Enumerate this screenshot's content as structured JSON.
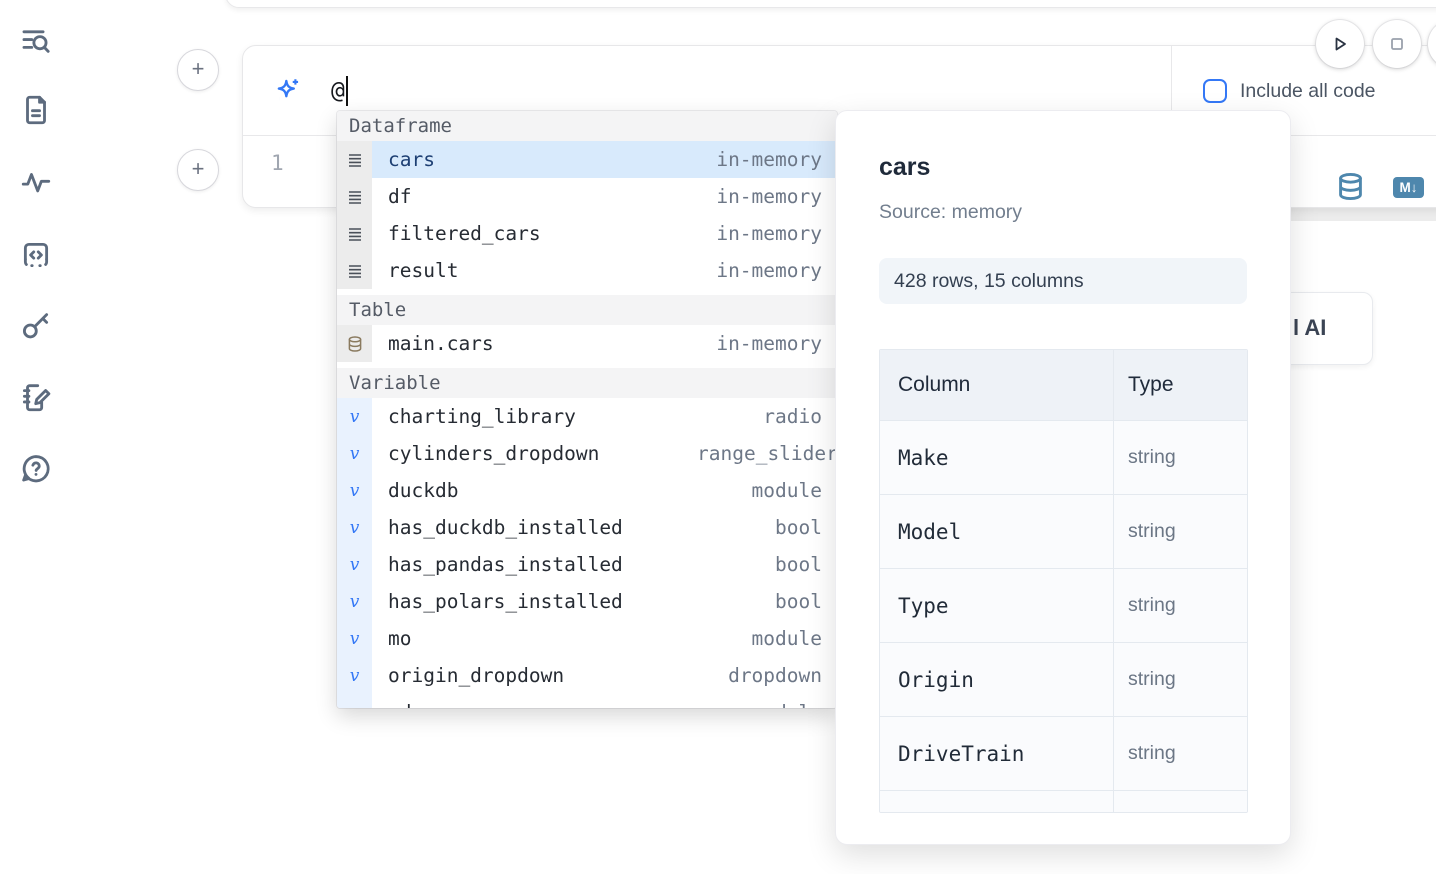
{
  "sidebar": {
    "icons": [
      {
        "name": "text-search-icon"
      },
      {
        "name": "file-document-icon"
      },
      {
        "name": "activity-icon"
      },
      {
        "name": "code-snippets-icon"
      },
      {
        "name": "key-icon"
      },
      {
        "name": "notebook-edit-icon"
      },
      {
        "name": "help-chat-icon"
      }
    ]
  },
  "icons": {
    "plus_glyph": "+",
    "markdown_glyph": "M↓",
    "variable_glyph": "v",
    "help_glyph": "?",
    "play": "triangle-outline",
    "stop": "square-outline",
    "database": "cylinder",
    "sparkles": "four-point-star"
  },
  "cell": {
    "ai_prompt_value": "@",
    "line_number": "1",
    "include_all_code_label": "Include all code"
  },
  "partial_ai_button": {
    "visible_text": "l AI"
  },
  "autocomplete": {
    "sections": [
      {
        "label": "Dataframe",
        "items": [
          {
            "name": "cars",
            "type": "in-memory",
            "selected": true
          },
          {
            "name": "df",
            "type": "in-memory"
          },
          {
            "name": "filtered_cars",
            "type": "in-memory"
          },
          {
            "name": "result",
            "type": "in-memory"
          }
        ]
      },
      {
        "label": "Table",
        "items": [
          {
            "name": "main.cars",
            "type": "in-memory"
          }
        ]
      },
      {
        "label": "Variable",
        "items": [
          {
            "name": "charting_library",
            "type": "radio"
          },
          {
            "name": "cylinders_dropdown",
            "type": "range_slider"
          },
          {
            "name": "duckdb",
            "type": "module"
          },
          {
            "name": "has_duckdb_installed",
            "type": "bool"
          },
          {
            "name": "has_pandas_installed",
            "type": "bool"
          },
          {
            "name": "has_polars_installed",
            "type": "bool"
          },
          {
            "name": "mo",
            "type": "module"
          },
          {
            "name": "origin_dropdown",
            "type": "dropdown"
          },
          {
            "name": "pd",
            "type": "module"
          }
        ]
      }
    ]
  },
  "preview": {
    "title": "cars",
    "source": "Source: memory",
    "shape": "428 rows, 15 columns",
    "table": {
      "headers": [
        "Column",
        "Type"
      ],
      "rows": [
        {
          "column": "Make",
          "type": "string"
        },
        {
          "column": "Model",
          "type": "string"
        },
        {
          "column": "Type",
          "type": "string"
        },
        {
          "column": "Origin",
          "type": "string"
        },
        {
          "column": "DriveTrain",
          "type": "string"
        }
      ]
    }
  },
  "colors": {
    "accent_blue": "#3478f6",
    "steel_blue": "#4e87ad",
    "selection_blue": "#d8eafc",
    "variable_gutter": "#e9f2fe",
    "gutter_gray": "#ececec",
    "table_icon_brown": "#8a7a5f",
    "panel_badge_bg": "#f1f5f9"
  }
}
